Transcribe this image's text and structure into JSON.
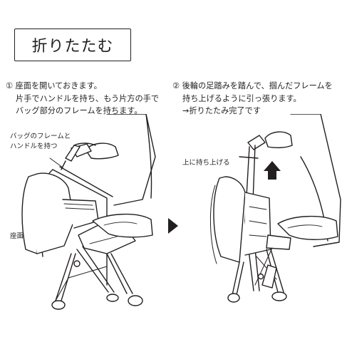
{
  "title": "折りたたむ",
  "steps": [
    {
      "lines": [
        "① 座面を開いておきます。",
        "片手でハンドルを持ち、もう片方の手で",
        "バッグ部分のフレームを持ちます。"
      ]
    },
    {
      "lines": [
        "② 後輪の足踏みを踏んで、掴んだフレームを",
        "持ち上げるように引っ張ります。",
        "→折りたたみ完了です"
      ]
    }
  ],
  "callouts": {
    "bag_frame": [
      "バッグのフレームと",
      "ハンドルを持つ"
    ],
    "seat": "座面",
    "lift_up": "上に持ち上げる"
  },
  "icons": {
    "next": "triangle-right-icon",
    "up": "arrow-up-icon"
  },
  "colors": {
    "ink": "#231f20",
    "fill": "#ffffff"
  }
}
